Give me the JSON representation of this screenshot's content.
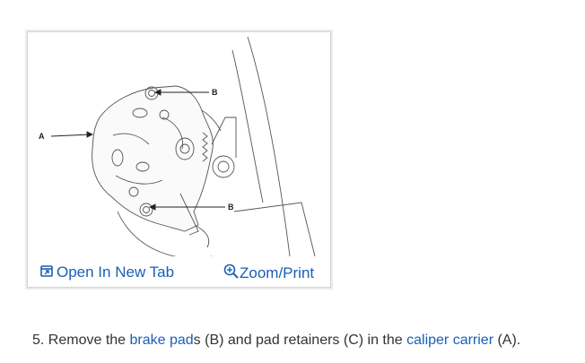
{
  "figure": {
    "callouts": {
      "a": "A",
      "b_top": "B",
      "b_bottom": "B"
    },
    "open_new_tab_label": "Open In New Tab",
    "zoom_print_label": "Zoom/Print"
  },
  "instruction": {
    "step_prefix": "5. Remove the ",
    "link_brake_pad": "brake pad",
    "text_after_link1": "s (B) and pad retainers (C) in the ",
    "link_caliper_carrier": "caliper carrier",
    "text_end": " (A)."
  },
  "colors": {
    "link": "#1a5fb4",
    "text": "#333333",
    "border": "#d4d4d4"
  }
}
